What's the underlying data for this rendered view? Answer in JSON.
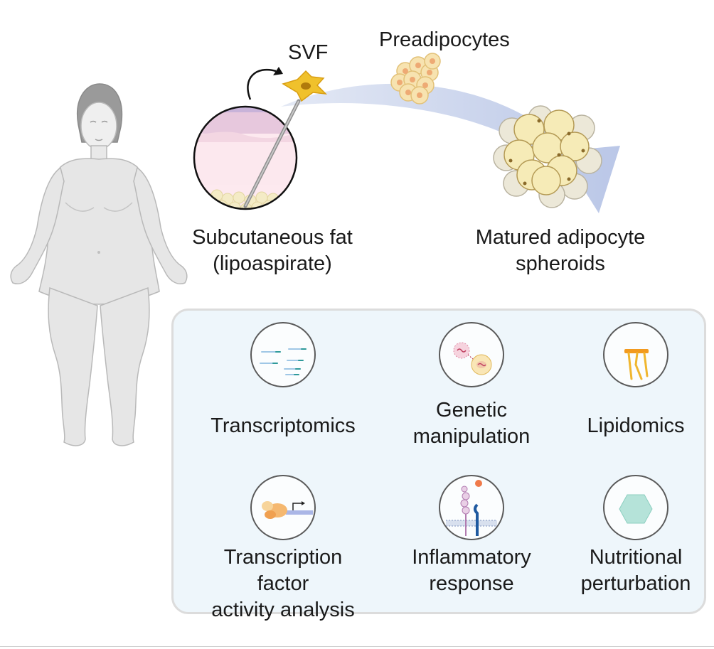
{
  "labels": {
    "svf": "SVF",
    "preadipocytes": "Preadipocytes",
    "subcutaneous_line1": "Subcutaneous fat",
    "subcutaneous_line2": "(lipoaspirate)",
    "matured_line1": "Matured adipocyte",
    "matured_line2": "spheroids"
  },
  "methods": [
    {
      "line1": "Transcriptomics",
      "line2": "",
      "icon": "transcriptomics-icon"
    },
    {
      "line1": "Genetic",
      "line2": "manipulation",
      "icon": "genetic-manipulation-icon"
    },
    {
      "line1": "Lipidomics",
      "line2": "",
      "icon": "lipid-icon"
    },
    {
      "line1": "Transcription factor",
      "line2": "activity analysis",
      "icon": "transcription-factor-icon"
    },
    {
      "line1": "Inflammatory",
      "line2": "response",
      "icon": "receptor-icon"
    },
    {
      "line1": "Nutritional",
      "line2": "perturbation",
      "icon": "hexagon-icon"
    }
  ],
  "colors": {
    "arrow": "#b9c6e6",
    "svf_cell": "#f0c12c",
    "adipocyte_fill": "#f6ebb7",
    "panel_bg": "#eef6fb",
    "skin_pink": "#f8e1e8",
    "body_gray": "#e8e8e8"
  }
}
